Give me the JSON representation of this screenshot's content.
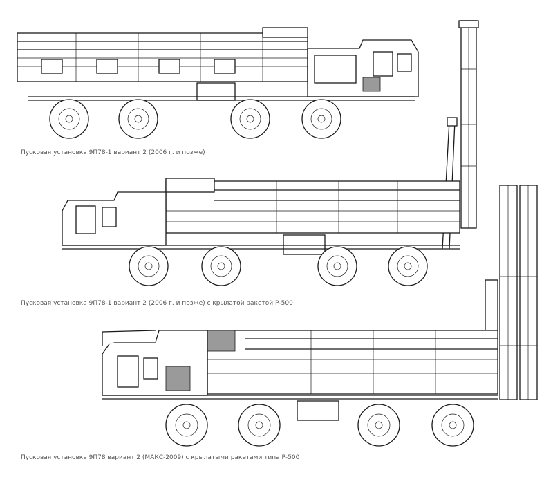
{
  "captions": {
    "drawing_1": "Пусковая установка 9П78-1 вариант 2 (2006 г. и позже)",
    "drawing_2": "Пусковая установка 9П78-1 вариант 2 (2006 г. и позже) с крылатой ракетой Р-500",
    "drawing_3": "Пусковая установка 9П78 вариант 2 (МАКС-2009) с крылатыми ракетами типа Р-500"
  },
  "colors": {
    "line": "#1a1a1a",
    "caption": "#555555",
    "background": "#ffffff"
  }
}
